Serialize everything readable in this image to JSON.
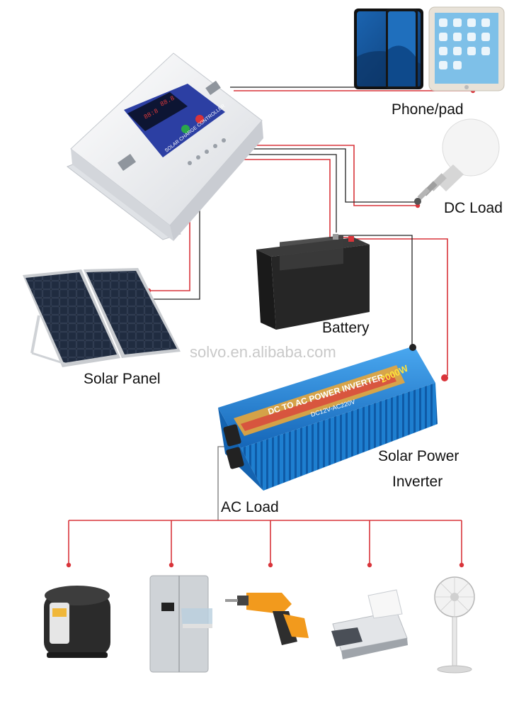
{
  "labels": {
    "phone_pad": "Phone/pad",
    "dc_load": "DC Load",
    "battery": "Battery",
    "solar_panel": "Solar Panel",
    "inverter_line1": "Solar Power",
    "inverter_line2": "Inverter",
    "ac_load": "AC Load"
  },
  "watermark": "solvo.en.alibaba.com",
  "controller": {
    "caption": "SOLAR CHARGE CONTROLLER"
  },
  "inverter": {
    "title": "DC TO AC POWER INVERTER",
    "subtitle": "DC12V-AC220V",
    "power": "2000W"
  },
  "colors": {
    "wire_red": "#d9343a",
    "wire_black": "#222222",
    "inverter_blue": "#1e7fd0",
    "controller_body": "#eef0f2",
    "controller_panel": "#2c3fa3"
  },
  "icons": [
    "phone-icon",
    "tablet-icon",
    "bulb-icon",
    "battery-icon",
    "solar-panel-icon",
    "inverter-icon",
    "rice-cooker-icon",
    "refrigerator-icon",
    "drill-icon",
    "printer-icon",
    "fan-icon"
  ]
}
